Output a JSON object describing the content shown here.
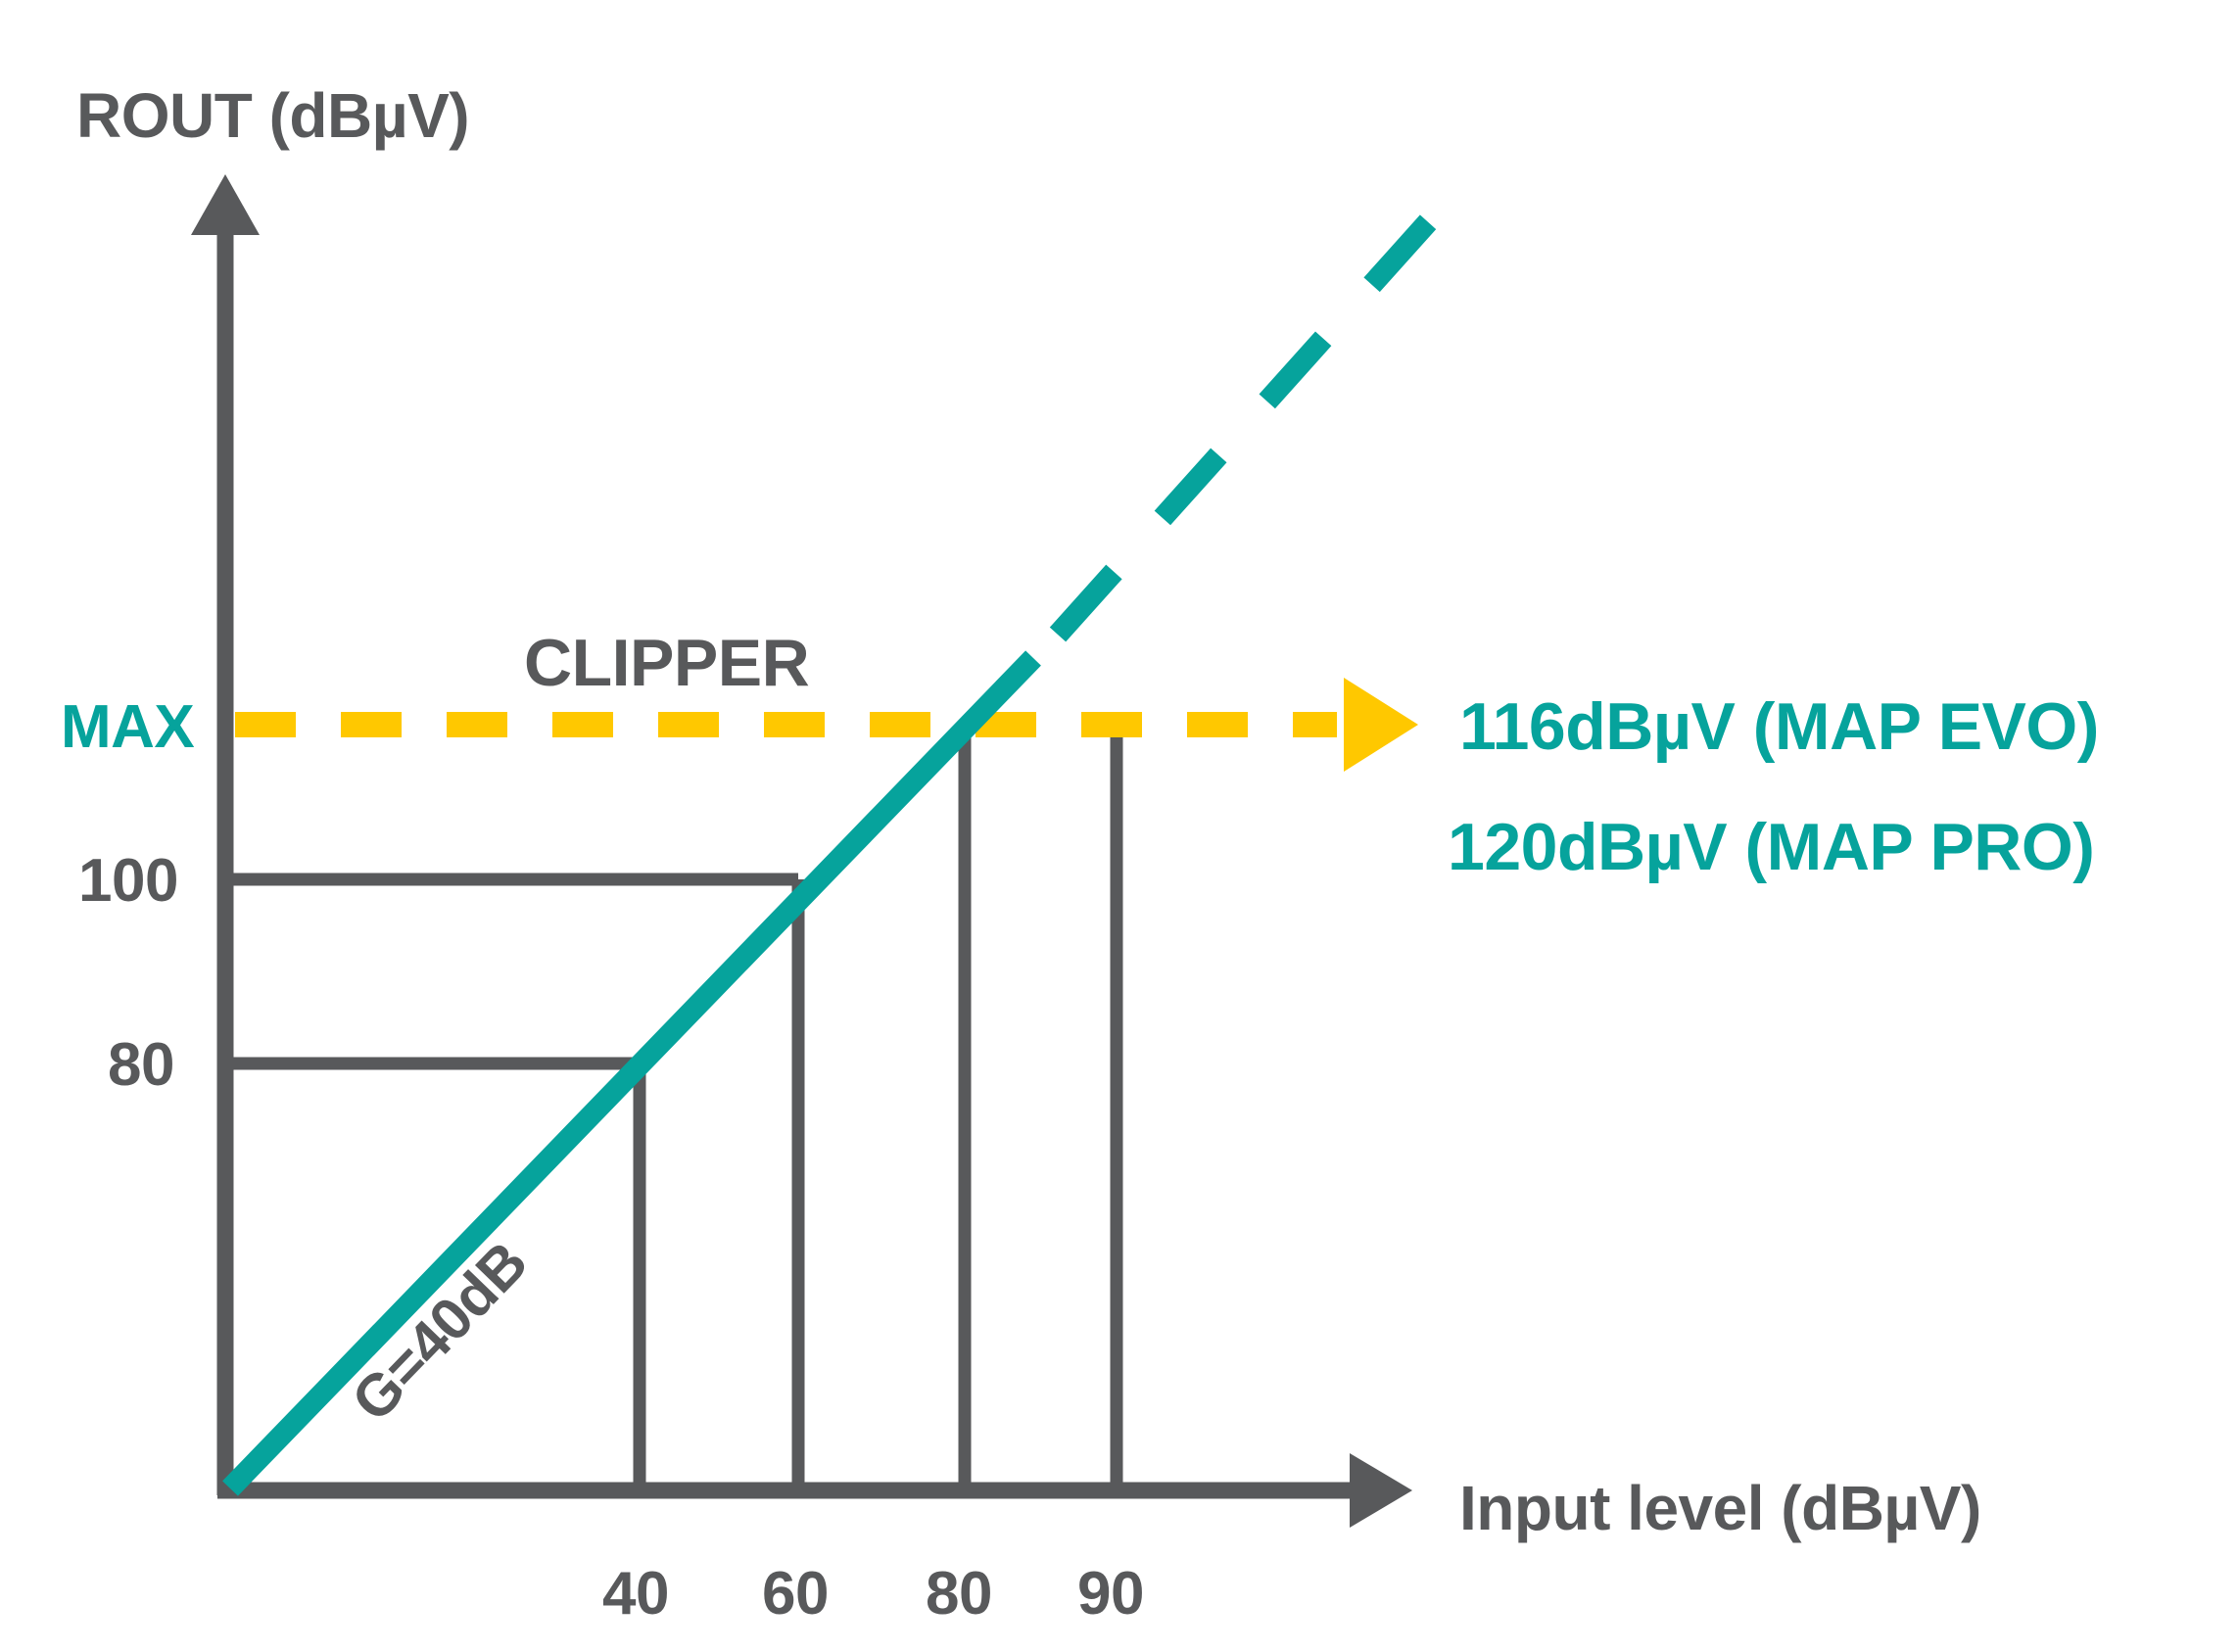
{
  "chart_data": {
    "type": "line",
    "title": "",
    "xlabel": "Input level (dBµV)",
    "ylabel": "ROUT (dBµV)",
    "xticks": [
      "40",
      "60",
      "80",
      "90"
    ],
    "xtick_values": [
      40,
      60,
      80,
      90
    ],
    "yticks": [
      "MAX",
      "100",
      "80"
    ],
    "ytick_values": [
      116,
      100,
      80
    ],
    "xlim": [
      0,
      100
    ],
    "ylim": [
      0,
      160
    ],
    "grid": false,
    "legend_position": "right",
    "annotations": [
      {
        "name": "clipper",
        "text": "CLIPPER"
      },
      {
        "name": "gain",
        "text": "G=40dB"
      }
    ],
    "series": [
      {
        "name": "amplifier-response",
        "style": "solid",
        "color": "#06A39C",
        "x": [
          0,
          76
        ],
        "y": [
          0,
          116
        ],
        "note": "Linear gain region, slope 1 (G=40dB), clipped at MAX"
      },
      {
        "name": "ideal-linear-extension",
        "style": "dashed",
        "color": "#06A39C",
        "x": [
          76,
          100
        ],
        "y": [
          116,
          156
        ],
        "note": "Dashed continuation above clipper level"
      }
    ],
    "reference_lines": [
      {
        "name": "max-level",
        "axis": "y",
        "value": 116,
        "label": "MAX",
        "style": "dashed",
        "color": "#FFC800"
      }
    ],
    "drop_lines": [
      {
        "x": 40,
        "y": 80
      },
      {
        "x": 60,
        "y": 100
      },
      {
        "x": 80,
        "y": 116
      },
      {
        "x": 90,
        "y": 116
      }
    ]
  },
  "labels": {
    "y_axis": "ROUT (dBµV)",
    "x_axis": "Input level (dBµV)",
    "clipper": "CLIPPER",
    "gain": "G=40dB",
    "max": "MAX",
    "y100": "100",
    "y80": "80",
    "x40": "40",
    "x60": "60",
    "x80": "80",
    "x90": "90"
  },
  "callout": {
    "line1": "116dBµV (MAP EVO)",
    "line2": "120dBµV (MAP PRO)"
  },
  "colors": {
    "teal": "#06A39C",
    "yellow": "#FFC800",
    "dark_gray": "#58595B",
    "background": "#FFFFFF"
  }
}
